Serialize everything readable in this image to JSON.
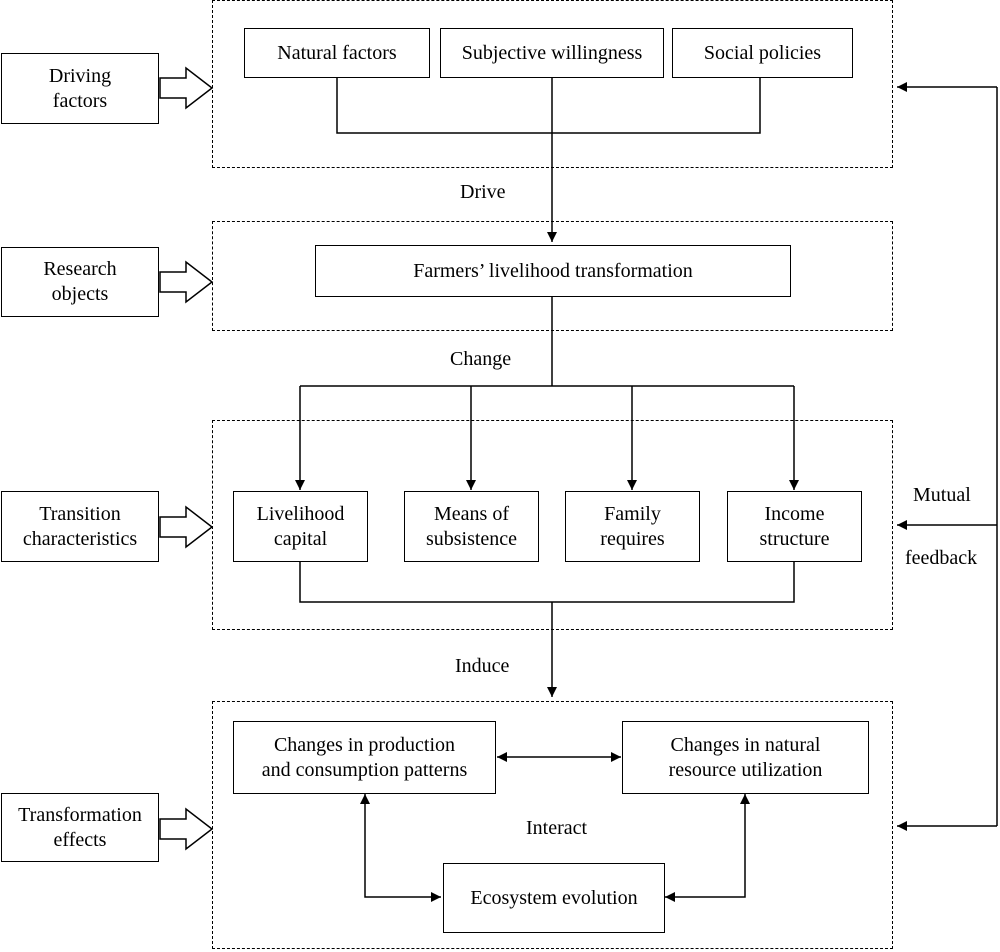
{
  "stages": [
    {
      "label": "Driving\nfactors"
    },
    {
      "label": "Research\nobjects"
    },
    {
      "label": "Transition\ncharacteristics"
    },
    {
      "label": "Transformation\neffects"
    }
  ],
  "driving_factors": [
    "Natural factors",
    "Subjective willingness",
    "Social policies"
  ],
  "research_object": "Farmers’ livelihood transformation",
  "transition_characteristics": [
    "Livelihood\ncapital",
    "Means of\nsubsistence",
    "Family\nrequires",
    "Income\nstructure"
  ],
  "transformation_effects": {
    "production_consumption": "Changes in production\nand consumption patterns",
    "natural_resource": "Changes in natural\nresource utilization",
    "ecosystem": "Ecosystem evolution"
  },
  "connector_labels": {
    "drive": "Drive",
    "change": "Change",
    "induce": "Induce",
    "interact": "Interact",
    "mutual": "Mutual",
    "feedback": "feedback"
  }
}
